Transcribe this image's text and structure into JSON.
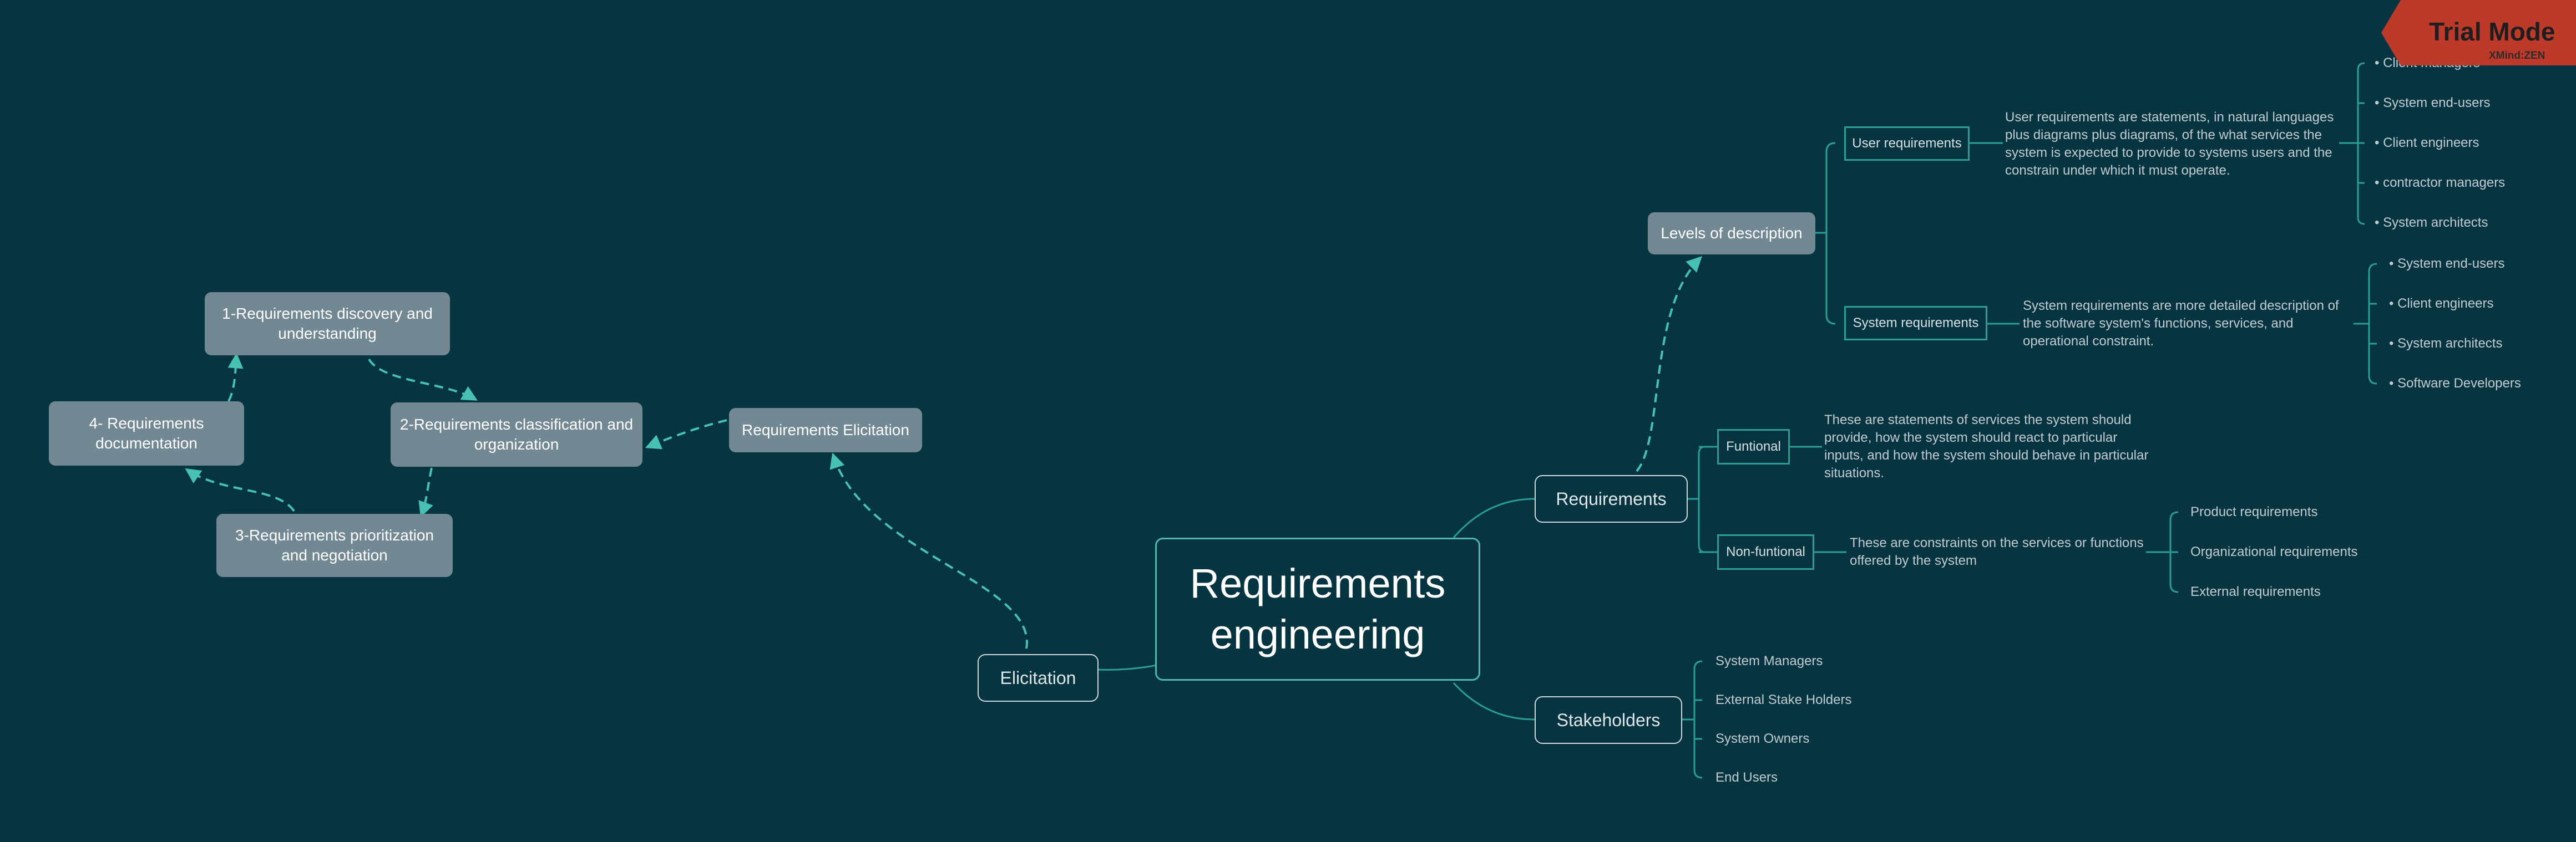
{
  "central": {
    "line1": "Requirements",
    "line2": "engineering"
  },
  "branches": {
    "elicitation": "Elicitation",
    "requirements": "Requirements",
    "stakeholders": "Stakeholders"
  },
  "elicitation_process": {
    "root": "Requirements Elicitation",
    "step1": "1-Requirements discovery and understanding",
    "step2": "2-Requirements classification and organization",
    "step3": "3-Requirements prioritization and negotiation",
    "step4": "4- Requirements documentation"
  },
  "levels": {
    "title": "Levels of description",
    "user_requirements": {
      "label": "User requirements",
      "description": "User requirements are statements,  in natural languages plus diagrams plus diagrams, of the what services the system is expected to provide to  systems users and the constrain under which it must operate.",
      "audience": [
        "Client managers",
        "System end-users",
        "Client engineers",
        "contractor managers",
        "System architects"
      ]
    },
    "system_requirements": {
      "label": "System requirements",
      "description": "System requirements are more  detailed description of the software system's functions, services, and operational constraint.",
      "audience": [
        "System end-users",
        "Client engineers",
        "System architects",
        "Software Developers"
      ]
    }
  },
  "types": {
    "functional": {
      "label": "Funtional",
      "description": "These are statements of services the system should provide, how the system should react to particular inputs, and how the system should behave in particular situations."
    },
    "non_functional": {
      "label": "Non-funtional",
      "description": "These are constraints on the services or functions offered by the system",
      "kinds": [
        "Product requirements",
        "Organizational requirements",
        "External requirements"
      ]
    }
  },
  "stakeholders": [
    "System Managers",
    "External Stake Holders",
    "System Owners",
    "End Users"
  ],
  "watermark": {
    "title": "Trial Mode",
    "subtitle": "XMind:ZEN"
  },
  "colors": {
    "background": "#063440",
    "connector": "#2a9d97",
    "dashed_arrow": "#47c1b1",
    "grey_node": "#728893",
    "trial_badge": "#bd3a2a"
  }
}
